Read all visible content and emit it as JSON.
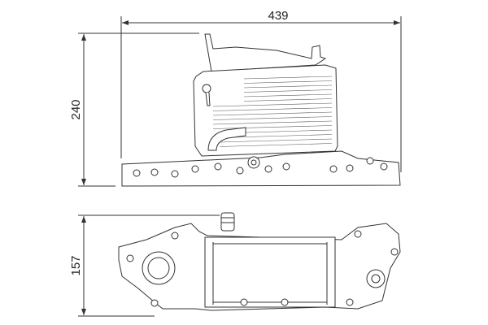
{
  "drawing": {
    "dimensions": {
      "width": "439",
      "height_side_view": "240",
      "height_top_view": "157"
    },
    "colors": {
      "line": "#333333",
      "background": "#ffffff"
    }
  }
}
